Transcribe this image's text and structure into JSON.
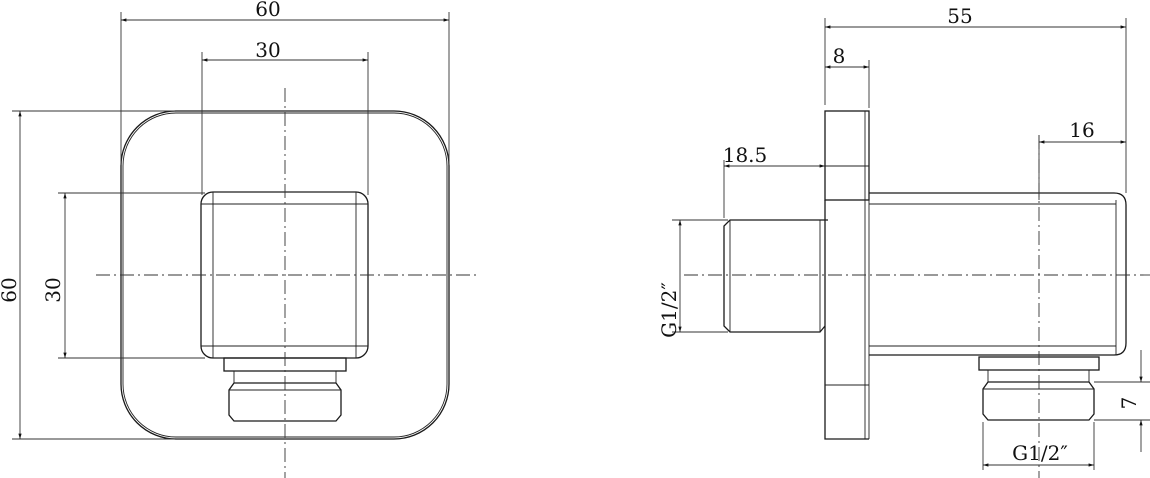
{
  "drawing": {
    "type": "technical drawing",
    "subject": "wall outlet elbow (square shower wall connector)",
    "line_color": "#1a1a1a",
    "background": "#ffffff"
  },
  "front_view": {
    "overall_width_label": "60",
    "overall_height_label": "60",
    "inner_block_width_label": "30",
    "inner_block_height_label": "30"
  },
  "side_view": {
    "overall_depth_label": "55",
    "flange_thickness_label": "8",
    "rear_thread_length_label": "18.5",
    "outlet_offset_label": "16",
    "rear_thread_label": "G1/2″",
    "outlet_thread_label": "G1/2″",
    "outlet_thread_length_label": "7"
  }
}
